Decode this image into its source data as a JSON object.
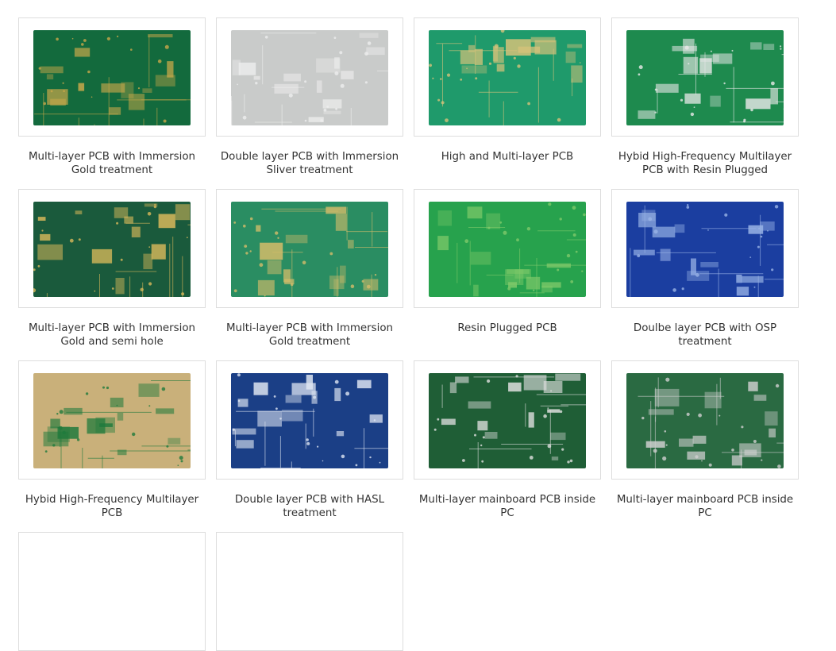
{
  "products": [
    {
      "caption": "Multi-layer PCB with Immersion Gold treatment",
      "board_color": "#136a3d",
      "trace_color": "#c9a84a",
      "image": "pcb-board-icon"
    },
    {
      "caption": "Double layer PCB with Immersion Sliver treatment",
      "board_color": "#c9cbca",
      "trace_color": "#eeeeee",
      "image": "pcb-board-icon"
    },
    {
      "caption": "High and Multi-layer PCB",
      "board_color": "#1f9a6b",
      "trace_color": "#d6c27a",
      "image": "pcb-board-icon"
    },
    {
      "caption": "Hybid High-Frequency Multilayer PCB with Resin Plugged",
      "board_color": "#1e8a4e",
      "trace_color": "#e8e8e8",
      "image": "pcb-board-icon"
    },
    {
      "caption": "Multi-layer PCB with Immersion Gold and semi hole",
      "board_color": "#1a5a3c",
      "trace_color": "#d8b85a",
      "image": "pcb-board-icon"
    },
    {
      "caption": "Multi-layer PCB with Immersion Gold treatment",
      "board_color": "#2a8d62",
      "trace_color": "#d4bc6a",
      "image": "pcb-board-icon"
    },
    {
      "caption": "Resin Plugged PCB",
      "board_color": "#27a24d",
      "trace_color": "#7fc96a",
      "image": "pcb-board-icon"
    },
    {
      "caption": "Doulbe layer PCB with OSP treatment",
      "board_color": "#1b3ea0",
      "trace_color": "#9ab4e6",
      "image": "pcb-board-icon"
    },
    {
      "caption": "Hybid High-Frequency Multilayer PCB",
      "board_color": "#c9b07a",
      "trace_color": "#1f7a3c",
      "image": "pcb-board-icon"
    },
    {
      "caption": "Double layer PCB with HASL treatment",
      "board_color": "#1b3f86",
      "trace_color": "#dfe6f2",
      "image": "pcb-board-icon"
    },
    {
      "caption": "Multi-layer mainboard PCB inside PC",
      "board_color": "#1f5e36",
      "trace_color": "#e0e0e0",
      "image": "pcb-board-icon"
    },
    {
      "caption": "Multi-layer mainboard PCB inside PC",
      "board_color": "#2a6a42",
      "trace_color": "#cfcfcf",
      "image": "pcb-board-icon"
    }
  ]
}
